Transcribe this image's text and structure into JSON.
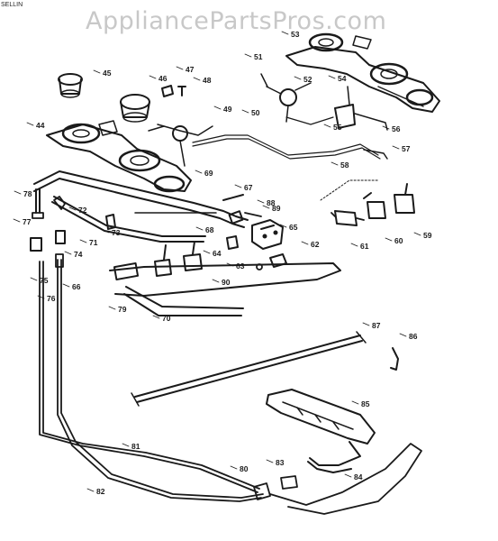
{
  "watermark": "AppliancePartsPros.com",
  "corner_text": "SELLIN",
  "part_labels": {
    "p44": "44",
    "p45": "45",
    "p46": "46",
    "p47": "47",
    "p48": "48",
    "p49": "49",
    "p50": "50",
    "p51": "51",
    "p52": "52",
    "p53": "53",
    "p54": "54",
    "p55": "55",
    "p56": "56",
    "p57": "57",
    "p58": "58",
    "p59": "59",
    "p60": "60",
    "p61": "61",
    "p62": "62",
    "p63": "63",
    "p64": "64",
    "p65": "65",
    "p66": "66",
    "p67": "67",
    "p68": "68",
    "p69": "69",
    "p70": "70",
    "p71": "71",
    "p72": "72",
    "p73": "73",
    "p74": "74",
    "p75": "75",
    "p76": "76",
    "p77": "77",
    "p78": "78",
    "p79": "79",
    "p80": "80",
    "p81": "81",
    "p82": "82",
    "p83": "83",
    "p84": "84",
    "p85": "85",
    "p86": "86",
    "p87": "87",
    "p88": "88",
    "p89": "89",
    "p90": "90"
  }
}
